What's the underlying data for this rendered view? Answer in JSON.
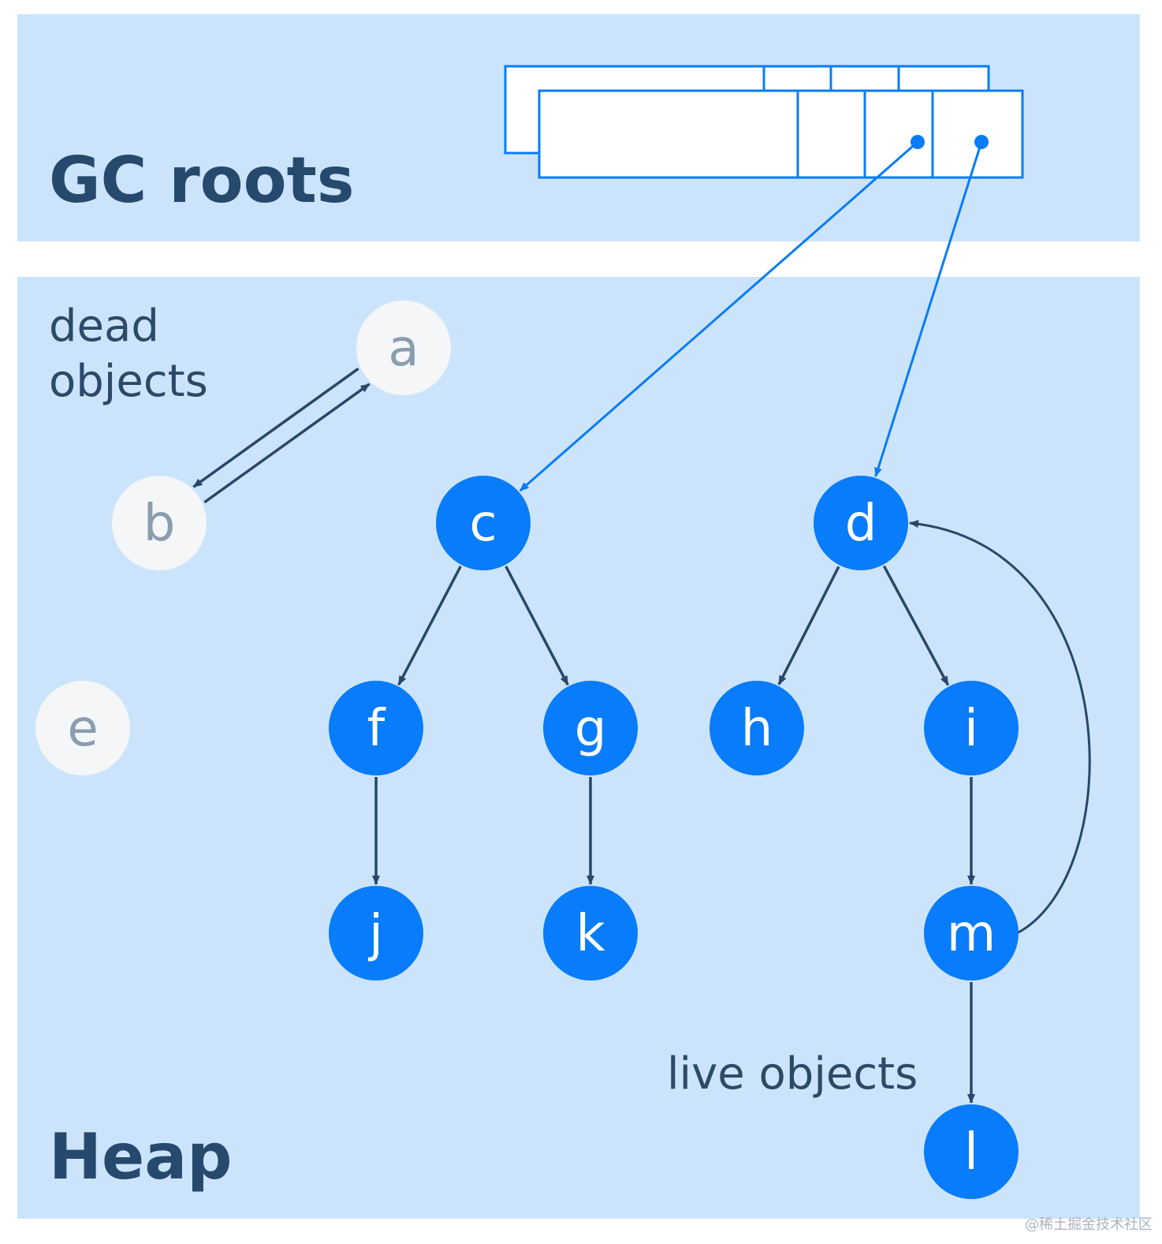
{
  "regions": {
    "roots_title": "GC roots",
    "heap_title": "Heap"
  },
  "captions": {
    "dead_line1": "dead",
    "dead_line2": "objects",
    "live": "live objects"
  },
  "watermark": "@稀土掘金技术社区",
  "colors": {
    "region_fill": "#cce4fb",
    "live_node": "#087cfa",
    "dead_node": "#f4f6f7",
    "edge": "#27486a",
    "root_edge": "#087cfa",
    "title_text": "#264a6e"
  },
  "nodes": [
    {
      "id": "a",
      "label": "a",
      "state": "dead"
    },
    {
      "id": "b",
      "label": "b",
      "state": "dead"
    },
    {
      "id": "c",
      "label": "c",
      "state": "live"
    },
    {
      "id": "d",
      "label": "d",
      "state": "live"
    },
    {
      "id": "e",
      "label": "e",
      "state": "dead"
    },
    {
      "id": "f",
      "label": "f",
      "state": "live"
    },
    {
      "id": "g",
      "label": "g",
      "state": "live"
    },
    {
      "id": "h",
      "label": "h",
      "state": "live"
    },
    {
      "id": "i",
      "label": "i",
      "state": "live"
    },
    {
      "id": "j",
      "label": "j",
      "state": "live"
    },
    {
      "id": "k",
      "label": "k",
      "state": "live"
    },
    {
      "id": "m",
      "label": "m",
      "state": "live"
    },
    {
      "id": "l",
      "label": "l",
      "state": "live"
    }
  ],
  "edges": [
    {
      "from": "a",
      "to": "b"
    },
    {
      "from": "b",
      "to": "a"
    },
    {
      "from": "root-slot-3",
      "to": "c"
    },
    {
      "from": "root-slot-4",
      "to": "d"
    },
    {
      "from": "c",
      "to": "f"
    },
    {
      "from": "c",
      "to": "g"
    },
    {
      "from": "d",
      "to": "h"
    },
    {
      "from": "d",
      "to": "i"
    },
    {
      "from": "f",
      "to": "j"
    },
    {
      "from": "g",
      "to": "k"
    },
    {
      "from": "i",
      "to": "m"
    },
    {
      "from": "m",
      "to": "l"
    },
    {
      "from": "m",
      "to": "d"
    }
  ]
}
